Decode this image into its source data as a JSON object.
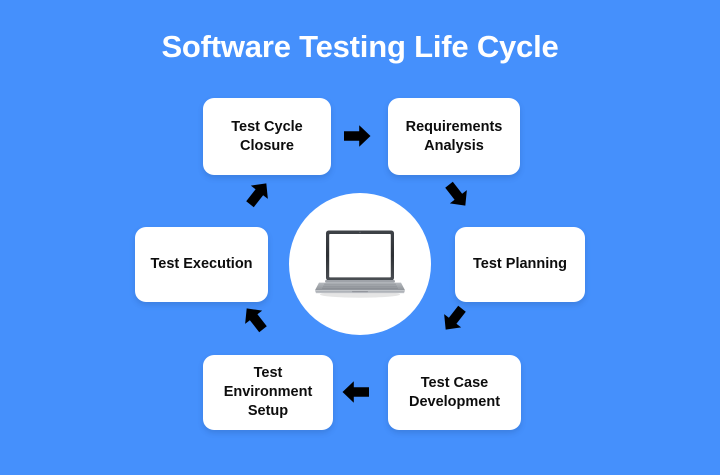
{
  "page": {
    "title": "Software Testing Life Cycle",
    "background_color": "#4590fc",
    "box_color": "#ffffff",
    "text_color": "#0d0d0d",
    "title_color": "#ffffff",
    "arrow_color": "#000000"
  },
  "center": {
    "icon": "laptop-icon",
    "circle_color": "#ffffff"
  },
  "stages": [
    {
      "id": "test-cycle-closure",
      "label": "Test Cycle\nClosure",
      "position": "top-left",
      "order": 6
    },
    {
      "id": "requirements-analysis",
      "label": "Requirements\nAnalysis",
      "position": "top-right",
      "order": 1
    },
    {
      "id": "test-planning",
      "label": "Test Planning",
      "position": "right",
      "order": 2
    },
    {
      "id": "test-case-development",
      "label": "Test Case\nDevelopment",
      "position": "bottom-right",
      "order": 3
    },
    {
      "id": "test-environment-setup",
      "label": "Test\nEnvironment\nSetup",
      "position": "bottom-left",
      "order": 4
    },
    {
      "id": "test-execution",
      "label": "Test Execution",
      "position": "left",
      "order": 5
    }
  ],
  "arrows": [
    {
      "id": "closure-to-requirements",
      "icon": "arrow-right-icon",
      "from": "test-cycle-closure",
      "to": "requirements-analysis",
      "direction": "right",
      "rotation_deg": 0
    },
    {
      "id": "requirements-to-planning",
      "icon": "arrow-down-right-icon",
      "from": "requirements-analysis",
      "to": "test-planning",
      "direction": "down-right",
      "rotation_deg": 52
    },
    {
      "id": "planning-to-testcase",
      "icon": "arrow-down-left-icon",
      "from": "test-planning",
      "to": "test-case-development",
      "direction": "down-left",
      "rotation_deg": 128
    },
    {
      "id": "testcase-to-environment",
      "icon": "arrow-left-icon",
      "from": "test-case-development",
      "to": "test-environment-setup",
      "direction": "left",
      "rotation_deg": 180
    },
    {
      "id": "environment-to-execution",
      "icon": "arrow-up-left-icon",
      "from": "test-environment-setup",
      "to": "test-execution",
      "direction": "up-left",
      "rotation_deg": 232
    },
    {
      "id": "execution-to-closure",
      "icon": "arrow-up-right-icon",
      "from": "test-execution",
      "to": "test-cycle-closure",
      "direction": "up-right",
      "rotation_deg": 308
    }
  ]
}
